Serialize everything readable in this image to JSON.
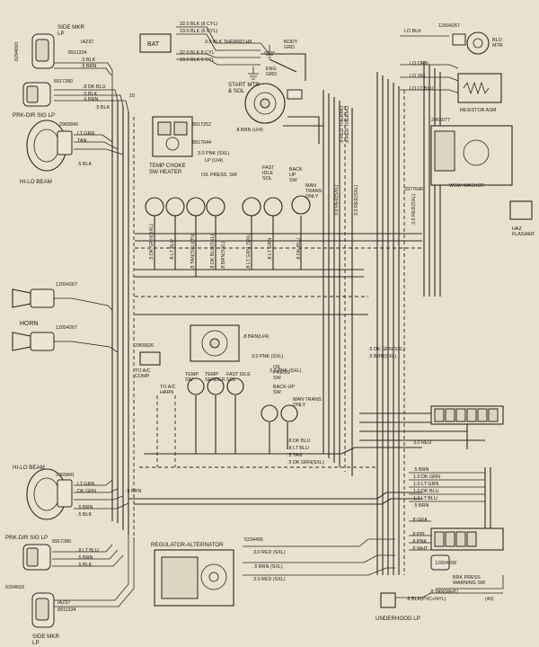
{
  "components": {
    "side_marker_lp_top": {
      "label": "SIDE MKR\nLP",
      "part": "IAZ37",
      "num": "8911334",
      "side_num": "6294693"
    },
    "prk_dir_sig_lp_top": {
      "label": "PRK-DIR SIG LP",
      "num": "8917280"
    },
    "hi_lo_beam_top": {
      "label": "HI-LO BEAM",
      "num": "2965840"
    },
    "horn_top": {
      "num": "12004267"
    },
    "horn": {
      "label": "HORN"
    },
    "horn_bottom": {
      "num": "12004267"
    },
    "hi_lo_beam_bottom": {
      "label": "HI-LO BEAM",
      "num": "2965841"
    },
    "prk_dir_sig_lp_bottom": {
      "label": "PRK-DIR SIG LP",
      "num": "8917280"
    },
    "side_marker_lp_bottom": {
      "label": "SIDE MKR\nLP",
      "part": "IAZ37",
      "num": "8911334",
      "side_num": "6294693"
    },
    "bat": {
      "label": "BAT"
    },
    "body_grd": {
      "label": "BODY\nGRD"
    },
    "eng_grd": {
      "label": "ENG\nGRD"
    },
    "start_mtr": {
      "label": "START MTR\n& SOL"
    },
    "temp_choke_sw": {
      "label": "TEMP CHOKE\nSW  HEATER",
      "num": "8917252",
      "num2": "8917644"
    },
    "oil_press_sw": {
      "label": "OIL PRESS. SW"
    },
    "fast_idle_sol": {
      "label": "FAST\nIDLE\nSOL"
    },
    "back_up_sw": {
      "label": "BACK\nUP\nSW"
    },
    "man_trans_only": {
      "label": "MAN\nTRANS\nONLY"
    },
    "ac_comp": {
      "label": "TO A/C\nCOMP",
      "num": "2965826"
    },
    "ac_harn": {
      "label": "TO A/C\nHARN"
    },
    "temp_sw2": {
      "label": "TEMP\nSW"
    },
    "temp_sender": {
      "label": "TEMP\nSENDER"
    },
    "fast_idle_sol2": {
      "label": "FAST IDLE\nSOL"
    },
    "oil_press_sw2": {
      "label": "OIL\nPRESS\nSW"
    },
    "back_up_sw2": {
      "label": "BACK-UP\nSW"
    },
    "man_trans_only2": {
      "label": "MAN TRANS\nONLY"
    },
    "regulator": {
      "label": "REGULATOR-ALTERNATOR",
      "num": "5234495"
    },
    "brk_press": {
      "label": "BRK PRESS\nWARNING SW",
      "num": "12004268"
    },
    "underhood_lp": {
      "label": "UNDERHOOD LP"
    },
    "blo_mtr": {
      "label": "BLO\nMTR",
      "num": "12004267"
    },
    "resistor_asm": {
      "label": "RESISTOR ASM",
      "num": "2965077"
    },
    "wsw_washer": {
      "label": "WSW-WASHER",
      "num": "2977646"
    },
    "haz_flasher": {
      "label": "HAZ\nFLASHER"
    }
  },
  "wire_labels": {
    "bat": [
      "32.0 BLK (8 CYL)",
      "19.0 BLK (6 CYL)",
      "3.0 BLK THERMO HK",
      "32.0 BLK 8 CYL",
      "19.0 BLK 6 CYL"
    ],
    "top_left": [
      ".5 BLK",
      ".5 BRN",
      ".8 DK BLU",
      ".5 BLK",
      ".5 BRN",
      ".5 BLK",
      "15"
    ],
    "headlamp_top": [
      "LT GRN",
      "TAN",
      ".5 BLK"
    ],
    "mid": [
      "3.0 PNK (SXL)",
      "LP (U/4)",
      ".8 BRN (U/4)"
    ],
    "sensor_row1": [
      ".5 DK GRN(SXL)",
      ".8 LT BLU",
      ".8 TAN(SXL)(TN)",
      ".8 DK BLU(SXL)",
      ".8 BRN(SXL)",
      ".8 LT GRN (SXL)",
      ".8 LT GRN",
      ".8 DK BLU"
    ],
    "column": [
      "3.0 RED(SXL)",
      ".8 RED THERMO",
      ".8 RED THERMO",
      "3.0 RED(SXL)"
    ],
    "right_top": [
      "LO BLK",
      "LO ORN",
      "LO YEL",
      "LO LT BLU",
      "3.0 RED(SXL)"
    ],
    "middle_block": [
      ".8 BRN(U/4)",
      "3.0 PNK (SXL)",
      "3.0 PNK (SXL)",
      ".5 DK GRN(SXL)",
      ".5 BRN(SXL)"
    ],
    "middle_sensors": [
      ".8 DK BLU",
      ".8 LT BLU",
      ".5 TAN",
      ".5 DK GRN(SXL)"
    ],
    "lower_headlamp": [
      "LT GRN",
      "DK GRN",
      ".5 BRN",
      ".5 BLK",
      ".5 BRN"
    ],
    "lower_park": [
      ".8 LT BLU",
      ".5 BRN",
      ".5 BLK"
    ],
    "regulator": [
      "3.0 RED (SXL)",
      ".5 BRN (SXL)",
      "3.0 RED (SXL)"
    ],
    "right_lower": [
      ".5 BRN",
      "3.0 RED",
      "1.0 DK GRN",
      "1.0 LT GRN",
      "1.0 DK BLU",
      "1.0 LT BLU",
      ".5 BRN"
    ],
    "brake": [
      ".8 GRA",
      ".8 PPL",
      ".8 PNK",
      ".8 WHT"
    ],
    "underhood": [
      ".8 TAN(WHT)",
      ".8 BLK(PVC+NYL)",
      "(40)"
    ]
  }
}
